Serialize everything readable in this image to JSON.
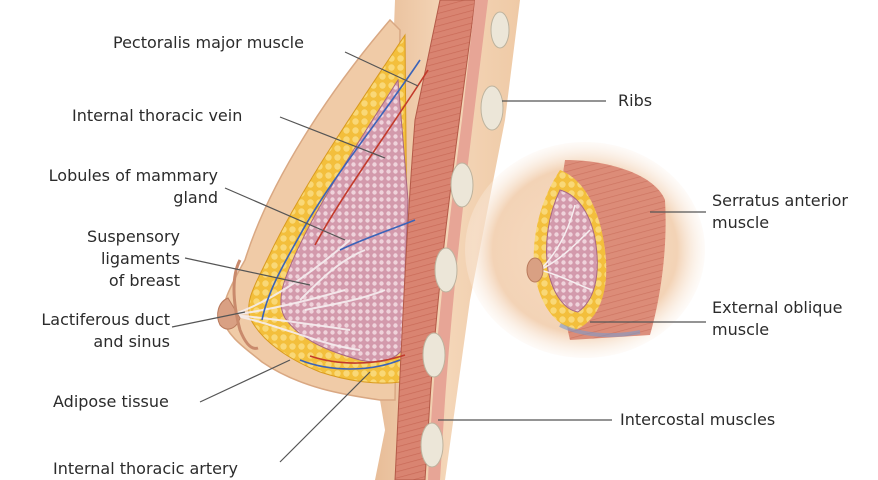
{
  "labels": {
    "pectoralis": "Pectoralis major muscle",
    "internal_thoracic_vein": "Internal thoracic vein",
    "lobules": [
      "Lobules of mammary",
      "gland"
    ],
    "suspensory": [
      "Suspensory",
      "ligaments",
      "of breast"
    ],
    "lactiferous": [
      "Lactiferous duct",
      "and sinus"
    ],
    "adipose": "Adipose tissue",
    "internal_thoracic_artery": "Internal thoracic artery",
    "ribs": "Ribs",
    "serratus": [
      "Serratus anterior",
      "muscle"
    ],
    "external_oblique": [
      "External oblique",
      "muscle"
    ],
    "intercostal": "Intercostal muscles"
  },
  "colors": {
    "skin": "#f1cfae",
    "skin_shadow": "#dcae86",
    "fat": "#f6c84a",
    "fat_dark": "#e0a72a",
    "muscle": "#d9826f",
    "muscle_light": "#e9a89a",
    "gland": "#c98aa0",
    "gland_light": "#e8c0cc",
    "vein": "#3b63b8",
    "artery": "#c23a2a",
    "rib": "#e9e3d6",
    "leader": "#555555"
  }
}
